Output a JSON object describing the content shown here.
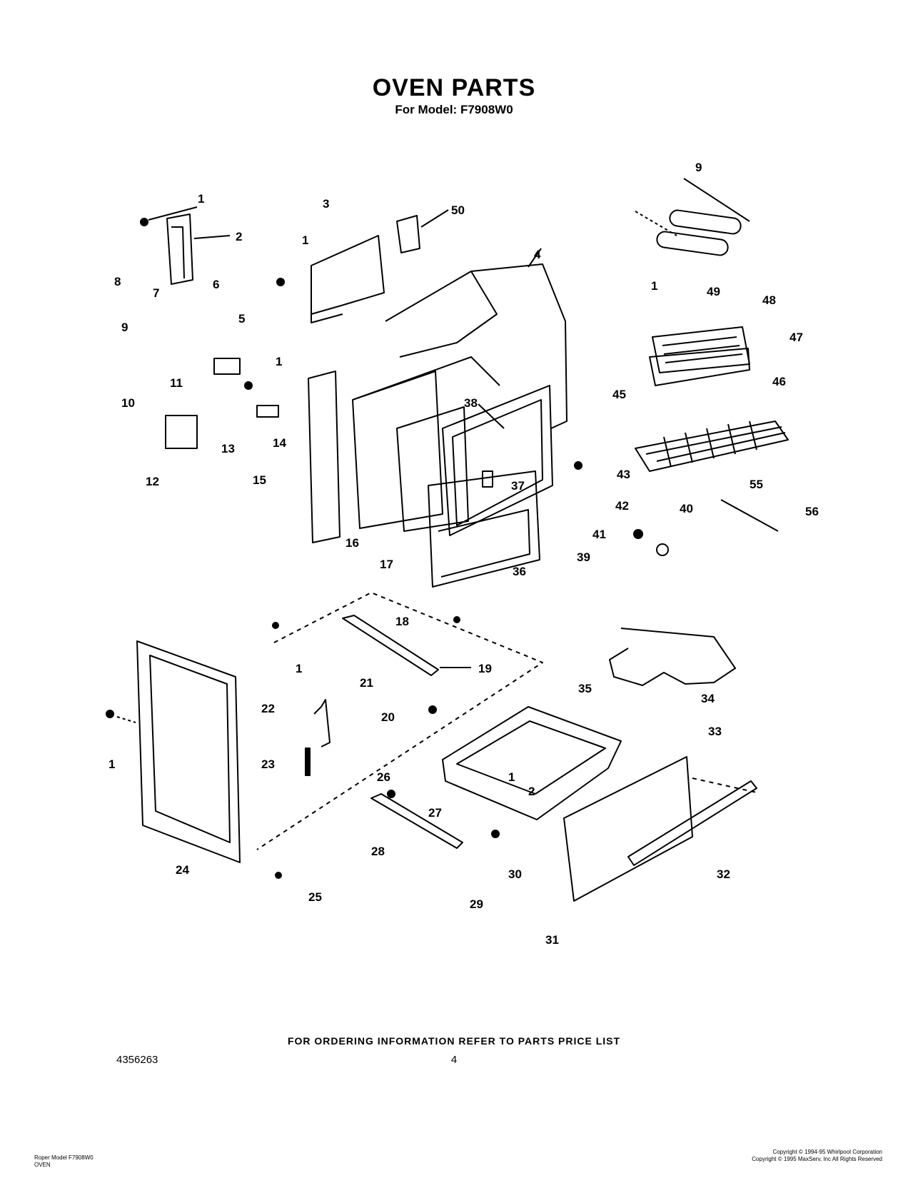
{
  "header": {
    "title": "OVEN PARTS",
    "subtitle": "For Model: F7908W0"
  },
  "part_labels": [
    "1",
    "2",
    "3",
    "1",
    "50",
    "4",
    "8",
    "7",
    "6",
    "5",
    "9",
    "10",
    "11",
    "1",
    "12",
    "13",
    "14",
    "15",
    "16",
    "17",
    "38",
    "37",
    "36",
    "39",
    "43",
    "42",
    "41",
    "40",
    "9",
    "1",
    "49",
    "48",
    "47",
    "45",
    "46",
    "55",
    "56",
    "18",
    "19",
    "1",
    "20",
    "21",
    "22",
    "23",
    "24",
    "25",
    "1",
    "34",
    "35",
    "33",
    "26",
    "1",
    "2",
    "27",
    "28",
    "29",
    "30",
    "31",
    "32"
  ],
  "footer": {
    "ordering": "FOR ORDERING INFORMATION REFER TO PARTS PRICE LIST",
    "doc_number": "4356263",
    "page_number": "4",
    "model_line1": "Roper Model F7908W0",
    "model_line2": "OVEN",
    "copyright1": "Copyright © 1994-95 Whirlpool Corporation",
    "copyright2": "Copyright © 1995 MaxServ, Inc   All Rights Reserved"
  }
}
